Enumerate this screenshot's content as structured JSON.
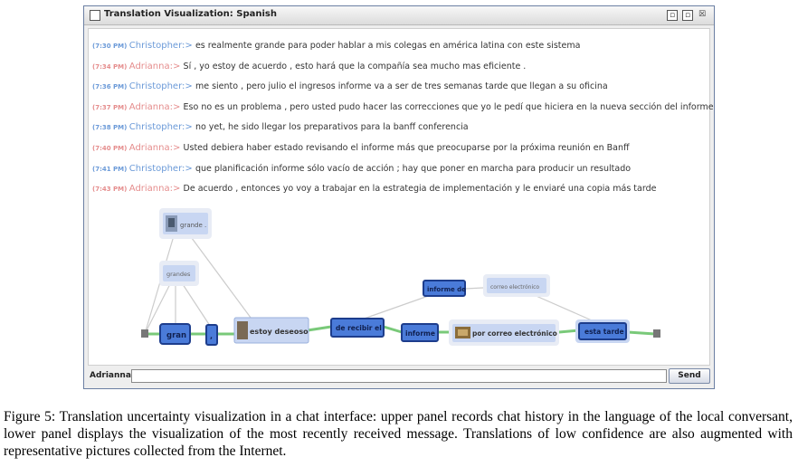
{
  "window": {
    "title": "Translation Visualization: Spanish",
    "controls": [
      "▫",
      "▫",
      "☒"
    ]
  },
  "chat": [
    {
      "time": "(7:30 PM)",
      "speaker": "Christopher:>",
      "role": "c",
      "text": "es realmente grande para poder hablar a mis colegas en américa latina con este sistema"
    },
    {
      "time": "(7:34 PM)",
      "speaker": "Adrianna:>",
      "role": "a",
      "text": "Sí , yo estoy de acuerdo , esto hará que la compañía sea mucho mas eficiente ."
    },
    {
      "time": "(7:36 PM)",
      "speaker": "Christopher:>",
      "role": "c",
      "text": "me siento , pero julio el ingresos informe va a ser de tres semanas tarde que llegan a su oficina"
    },
    {
      "time": "(7:37 PM)",
      "speaker": "Adrianna:>",
      "role": "a",
      "text": "Eso no es un problema , pero usted pudo hacer las correcciones que yo le pedí que hiciera en la nueva sección del informe"
    },
    {
      "time": "(7:38 PM)",
      "speaker": "Christopher:>",
      "role": "c",
      "text": "no yet, he sido llegar los preparativos para la banff conferencia"
    },
    {
      "time": "(7:40 PM)",
      "speaker": "Adrianna:>",
      "role": "a",
      "text": "Usted debiera haber estado revisando el informe más que preocuparse por la próxima reunión en Banff"
    },
    {
      "time": "(7:41 PM)",
      "speaker": "Christopher:>",
      "role": "c",
      "text": "que planificación informe sólo vacío de acción ; hay que poner en marcha para producir un resultado"
    },
    {
      "time": "(7:43 PM)",
      "speaker": "Adrianna:>",
      "role": "a",
      "text": "De acuerdo , entonces yo voy a trabajar en la estrategia de implementación y le enviaré una copia más tarde"
    }
  ],
  "graph": {
    "nodes": {
      "grande_alt": "grande .",
      "grandes": "grandes",
      "gran": "gran",
      "comma": ",",
      "estoy_deseoso": "estoy deseoso",
      "de_recibir_el": "de recibir el",
      "informe_de": "informe de",
      "correo_electronico_alt": "correo electrónico",
      "informe": "informe",
      "por_correo_electronico": "por correo electrónico",
      "esta_tarde": "esta tarde"
    },
    "colors": {
      "high_confidence_fill": "#4a7bd9",
      "low_confidence_fill": "#c8d6f2",
      "path_edge": "#79c979",
      "alt_edge": "#cccccc"
    }
  },
  "input": {
    "label": "Adrianna:",
    "value": "",
    "send_label": "Send"
  },
  "caption": "Figure 5: Translation uncertainty visualization in a chat interface: upper panel records chat history in the language of the local conversant, lower panel displays the visualization of the most recently received message. Translations of low confidence are also augmented with representative pictures collected from the Internet."
}
